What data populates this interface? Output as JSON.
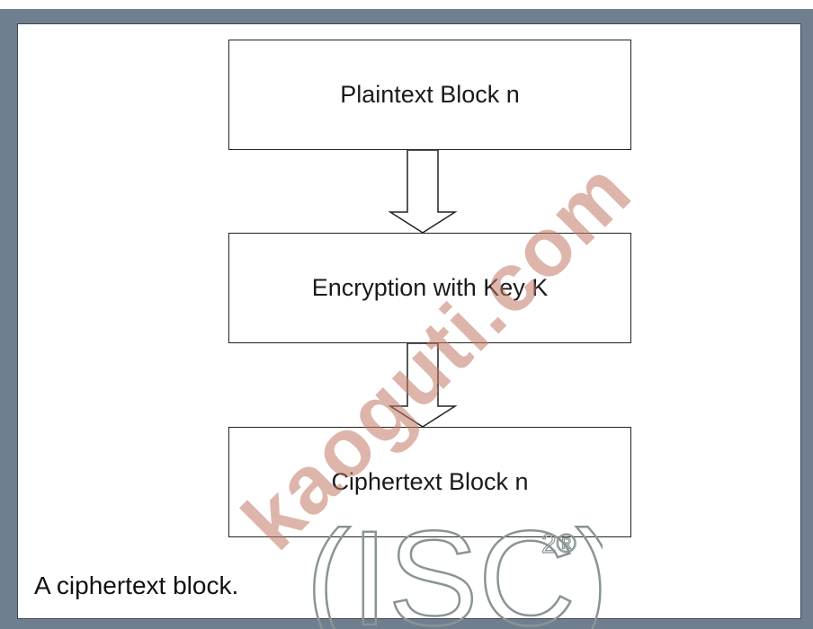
{
  "diagram": {
    "boxes": [
      "Plaintext Block n",
      "Encryption with Key K",
      "Ciphertext Block n"
    ],
    "caption": "A ciphertext block."
  },
  "watermark": {
    "text": "kaoguti.com",
    "logo_text": "(ISC)",
    "logo_superscript": "2®"
  },
  "colors": {
    "frame": "#6f7f8f",
    "box_border": "#222222",
    "watermark": "#c37864",
    "logo": "#8a9494"
  }
}
